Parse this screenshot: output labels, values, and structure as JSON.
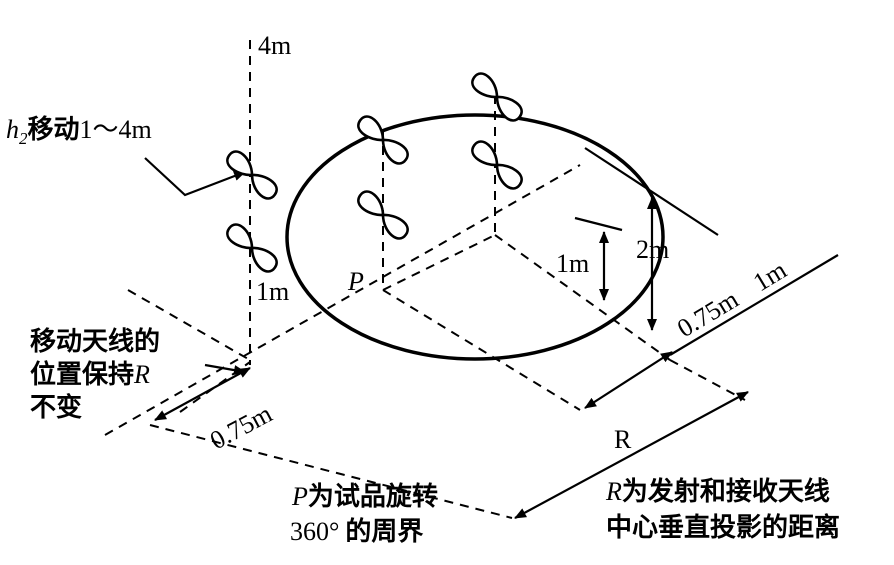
{
  "labels": {
    "height_max": "4m",
    "height_min": "1m",
    "h2_var": "h",
    "h2_sub": "2",
    "h2_move_text": "移动",
    "h2_move_range": "1～4m",
    "point_p": "P",
    "dim_1m": "1m",
    "dim_2m": "2m",
    "dim_075_right": "0.75m",
    "dim_1m_right": "1m",
    "dim_075_left": "0.75m",
    "dim_r": "R",
    "move_antenna_line1": "移动天线的",
    "move_antenna_line2_pre": "位置保持",
    "move_antenna_line2_r": "R",
    "move_antenna_line3": "不变",
    "p_desc_p": "P",
    "p_desc_line1": "为试品旋转",
    "p_desc_line2_num": "360°",
    "p_desc_line2_text": "的周界",
    "r_desc_r": "R",
    "r_desc_line1": "为发射和接收天线",
    "r_desc_line2": "中心垂直投影的距离"
  }
}
